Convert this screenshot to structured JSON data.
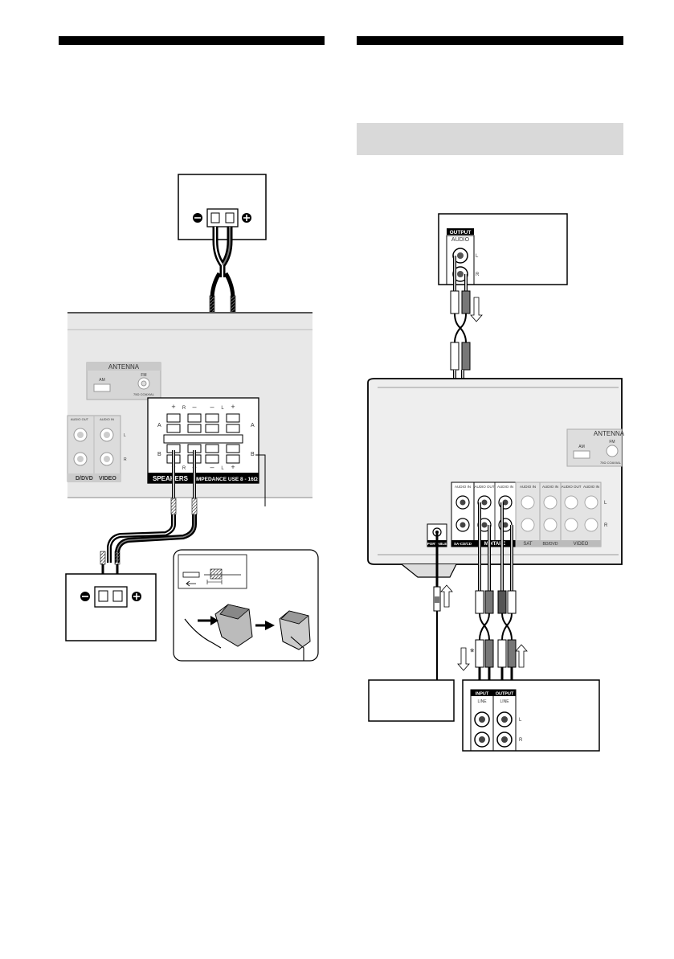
{
  "left": {
    "receiver": {
      "antenna": "ANTENNA",
      "am": "AM",
      "fm": "FM",
      "fm_sub": "75Ω COAXIAL",
      "audio_out": "AUDIO\nOUT",
      "audio_in": "AUDIO\nIN",
      "video": "VIDEO",
      "dvd": "D/DVD",
      "ch_l": "L",
      "ch_r": "R",
      "speakers": "SPEAKERS",
      "impedance": "IMPEDANCE USE 8 - 16Ω",
      "row_a": "A",
      "row_b": "B",
      "plus": "+",
      "minus": "–"
    },
    "speaker_minus": "⊖",
    "speaker_plus": "⊕"
  },
  "right": {
    "source_output": "OUTPUT",
    "source_audio": "AUDIO",
    "ch_l": "L",
    "ch_r": "R",
    "receiver": {
      "antenna": "ANTENNA",
      "am": "AM",
      "fm": "FM",
      "fm_sub": "75Ω COAXIAL",
      "audio_in": "AUDIO\nIN",
      "audio_out": "AUDIO\nOUT",
      "portable": "PORTABLE",
      "sa_cd": "SA-CD/CD",
      "md_tape": "MD/TAPE",
      "sat": "SAT",
      "bd_dvd": "BD/DVD",
      "video": "VIDEO"
    },
    "asterisk": "*",
    "recorder_input": "INPUT",
    "recorder_output": "OUTPUT",
    "recorder_line": "LINE"
  }
}
